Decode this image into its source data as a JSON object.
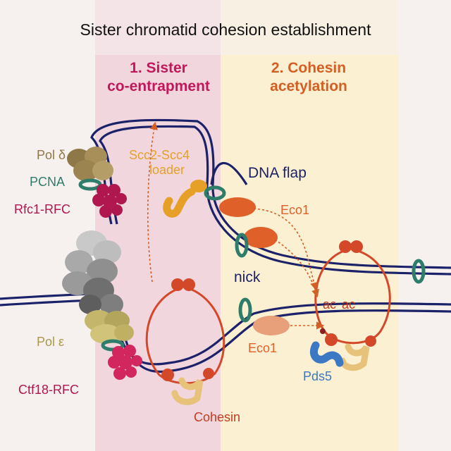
{
  "title": "Sister chromatid cohesion establishment",
  "steps": [
    {
      "number_label": "1. Sister",
      "label_line2": "co-entrapment"
    },
    {
      "number_label": "2. Cohesin",
      "label_line2": "acetylation"
    }
  ],
  "labels": {
    "pol_delta": "Pol δ",
    "pcna": "PCNA",
    "rfc1": "Rfc1-RFC",
    "pol_epsilon": "Pol ε",
    "ctf18": "Ctf18-RFC",
    "loader_line1": "Scc2-Scc4",
    "loader_line2": "loader",
    "dna_flap": "DNA flap",
    "eco1_top": "Eco1",
    "nick": "nick",
    "eco1_bottom": "Eco1",
    "ac1": "ac",
    "ac2": "ac",
    "pds5": "Pds5",
    "cohesin": "Cohesin"
  },
  "colors": {
    "background": "#f6f1ee",
    "step1_panel": "#f1d6de",
    "step2_panel": "#fbf0d2",
    "dna": "#1c2269",
    "step1_text": "#c2185b",
    "step2_text": "#d35f24",
    "pol_delta": "#a88f5a",
    "pcna": "#2e7d6b",
    "rfc": "#b0174f",
    "cmg": "#7f7f7f",
    "pol_epsilon": "#c4b66a",
    "loader": "#e6a028",
    "eco1": "#e0602a",
    "cohesin": "#d4482a",
    "pds5": "#3b79c4"
  }
}
